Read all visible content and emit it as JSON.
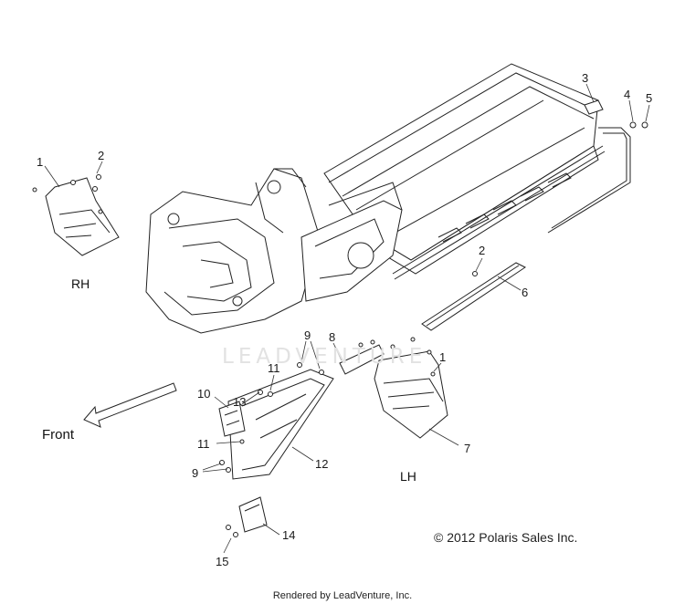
{
  "callouts": [
    {
      "id": "c1-rh",
      "text": "1"
    },
    {
      "id": "c2-rh",
      "text": "2"
    },
    {
      "id": "c3",
      "text": "3"
    },
    {
      "id": "c4",
      "text": "4"
    },
    {
      "id": "c5",
      "text": "5"
    },
    {
      "id": "c2-rail",
      "text": "2"
    },
    {
      "id": "c6",
      "text": "6"
    },
    {
      "id": "c9-top",
      "text": "9"
    },
    {
      "id": "c8",
      "text": "8"
    },
    {
      "id": "c1-lh",
      "text": "1"
    },
    {
      "id": "c13",
      "text": "13"
    },
    {
      "id": "c11-top",
      "text": "11"
    },
    {
      "id": "c10",
      "text": "10"
    },
    {
      "id": "c11-bot",
      "text": "11"
    },
    {
      "id": "c12",
      "text": "12"
    },
    {
      "id": "c7",
      "text": "7"
    },
    {
      "id": "c9-bot",
      "text": "9"
    },
    {
      "id": "c14",
      "text": "14"
    },
    {
      "id": "c15",
      "text": "15"
    }
  ],
  "labels": {
    "rh": "RH",
    "lh": "LH",
    "front": "Front"
  },
  "watermark": "LEADVENTURE",
  "copyright": "© 2012 Polaris Sales Inc.",
  "rendered_by": "Rendered by LeadVenture, Inc."
}
